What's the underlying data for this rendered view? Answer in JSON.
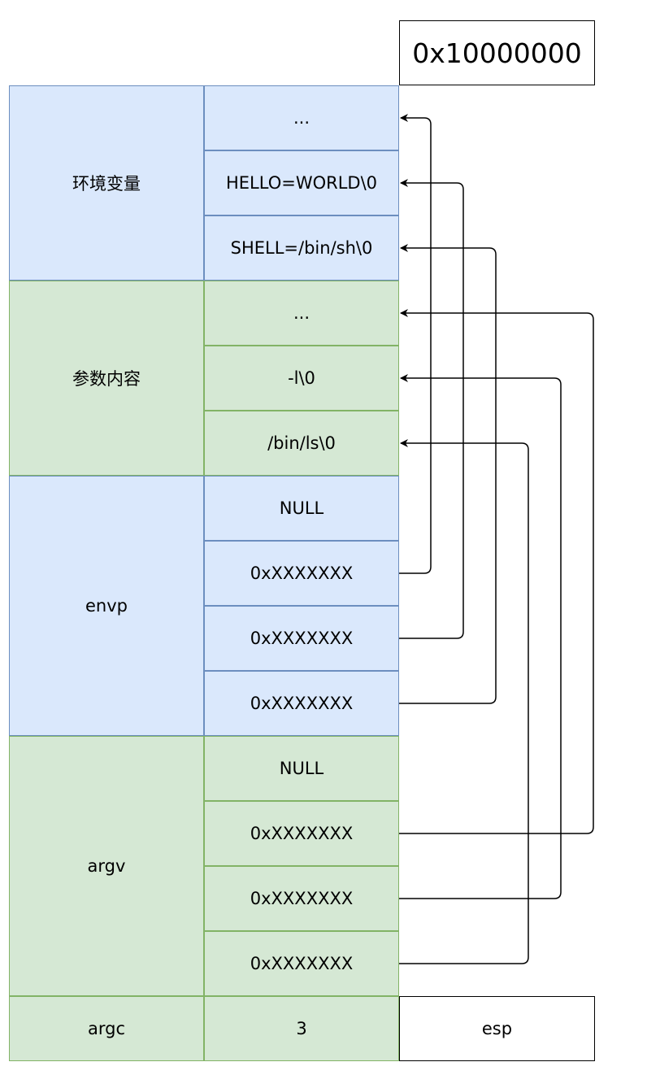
{
  "top_address": "0x10000000",
  "esp_label": "esp",
  "sections": [
    {
      "label": "环境变量",
      "color": "blue",
      "cells": [
        "...",
        "HELLO=WORLD\\0",
        "SHELL=/bin/sh\\0"
      ]
    },
    {
      "label": "参数内容",
      "color": "green",
      "cells": [
        "...",
        "-l\\0",
        "/bin/ls\\0"
      ]
    },
    {
      "label": "envp",
      "color": "blue",
      "cells": [
        "NULL",
        "0xXXXXXXX",
        "0xXXXXXXX",
        "0xXXXXXXX"
      ]
    },
    {
      "label": "argv",
      "color": "green",
      "cells": [
        "NULL",
        "0xXXXXXXX",
        "0xXXXXXXX",
        "0xXXXXXXX"
      ]
    },
    {
      "label": "argc",
      "color": "green",
      "cells": [
        "3"
      ]
    }
  ],
  "pointers": [
    {
      "from": [
        2,
        1
      ],
      "to": [
        0,
        0
      ]
    },
    {
      "from": [
        2,
        2
      ],
      "to": [
        0,
        1
      ]
    },
    {
      "from": [
        2,
        3
      ],
      "to": [
        0,
        2
      ]
    },
    {
      "from": [
        3,
        1
      ],
      "to": [
        1,
        0
      ]
    },
    {
      "from": [
        3,
        2
      ],
      "to": [
        1,
        1
      ]
    },
    {
      "from": [
        3,
        3
      ],
      "to": [
        1,
        2
      ]
    }
  ]
}
